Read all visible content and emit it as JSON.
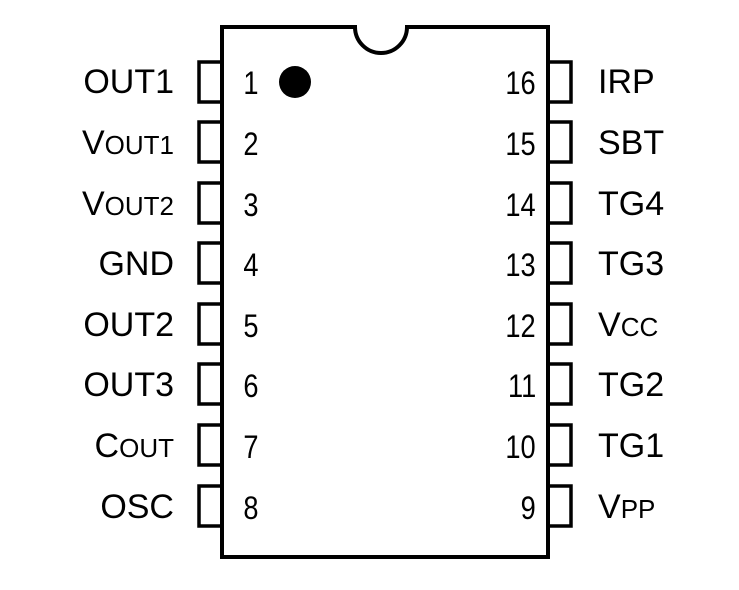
{
  "diagram": {
    "left_pins": [
      {
        "number": "1",
        "label": "OUT1"
      },
      {
        "number": "2",
        "label_main": "V",
        "label_rest": "OUT1"
      },
      {
        "number": "3",
        "label_main": "V",
        "label_rest": "OUT2"
      },
      {
        "number": "4",
        "label": "GND"
      },
      {
        "number": "5",
        "label": "OUT2"
      },
      {
        "number": "6",
        "label": "OUT3"
      },
      {
        "number": "7",
        "label_main": "C",
        "label_rest": "OUT"
      },
      {
        "number": "8",
        "label": "OSC"
      }
    ],
    "right_pins": [
      {
        "number": "16",
        "label": "IRP"
      },
      {
        "number": "15",
        "label": "SBT"
      },
      {
        "number": "14",
        "label": "TG4"
      },
      {
        "number": "13",
        "label": "TG3"
      },
      {
        "number": "12",
        "label_main": "V",
        "label_rest": "CC"
      },
      {
        "number": "11",
        "label": "TG2"
      },
      {
        "number": "10",
        "label": "TG1"
      },
      {
        "number": "9",
        "label_main": "V",
        "label_rest": "PP"
      }
    ]
  }
}
